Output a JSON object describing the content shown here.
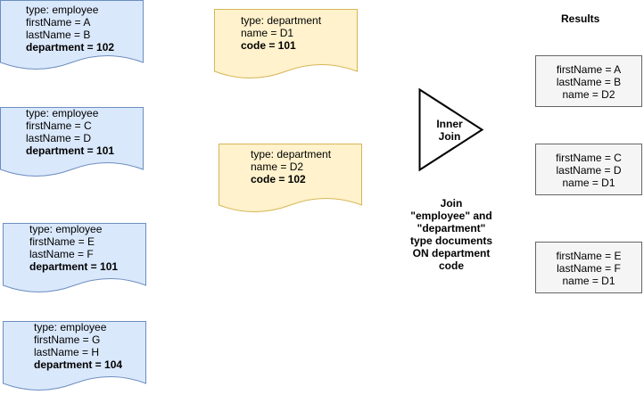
{
  "colors": {
    "employee_fill": "#dae8fc",
    "employee_stroke": "#6c8ebf",
    "department_fill": "#fff2cc",
    "department_stroke": "#d6b656",
    "result_fill": "#f5f5f5",
    "result_stroke": "#666666"
  },
  "employees": [
    {
      "type": "type: employee",
      "first": "firstName = A",
      "last": "lastName = B",
      "dept": "department = 102"
    },
    {
      "type": "type: employee",
      "first": "firstName = C",
      "last": "lastName = D",
      "dept": "department = 101"
    },
    {
      "type": "type: employee",
      "first": "firstName = E",
      "last": "lastName = F",
      "dept": "department = 101"
    },
    {
      "type": "type: employee",
      "first": "firstName = G",
      "last": "lastName = H",
      "dept": "department = 104"
    }
  ],
  "departments": [
    {
      "type": "type: department",
      "name": "name = D1",
      "code": "code = 101"
    },
    {
      "type": "type: department",
      "name": "name = D2",
      "code": "code = 102"
    }
  ],
  "join": {
    "label_line1": "Inner",
    "label_line2": "Join",
    "description": [
      "Join",
      "\"employee\" and",
      "\"department\"",
      "type documents",
      "ON department",
      "code"
    ]
  },
  "results": {
    "title": "Results",
    "rows": [
      {
        "first": "firstName = A",
        "last": "lastName = B",
        "name": "name = D2"
      },
      {
        "first": "firstName = C",
        "last": "lastName = D",
        "name": "name = D1"
      },
      {
        "first": "firstName = E",
        "last": "lastName = F",
        "name": "name = D1"
      }
    ]
  }
}
